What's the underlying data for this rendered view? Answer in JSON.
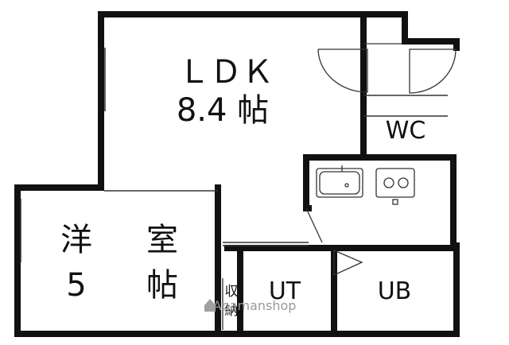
{
  "rooms": {
    "ldk": {
      "name": "ＬＤＫ",
      "size": "8.4 帖"
    },
    "western": {
      "name_1": "洋",
      "name_2": "室",
      "size_1": "5",
      "size_2": "帖"
    },
    "wc": {
      "label": "WC"
    },
    "ut": {
      "label": "UT"
    },
    "ub": {
      "label": "UB"
    },
    "storage": {
      "char_1": "収",
      "char_2": "納"
    }
  },
  "watermark": {
    "text": "Apamanshop"
  },
  "colors": {
    "wall": "#111111",
    "line": "#333333",
    "watermark": "#9a9a9a"
  },
  "icons": [
    "door-swing-icon",
    "kitchen-sink-icon",
    "stove-icon",
    "door-arrow-icon",
    "house-logo-icon"
  ]
}
